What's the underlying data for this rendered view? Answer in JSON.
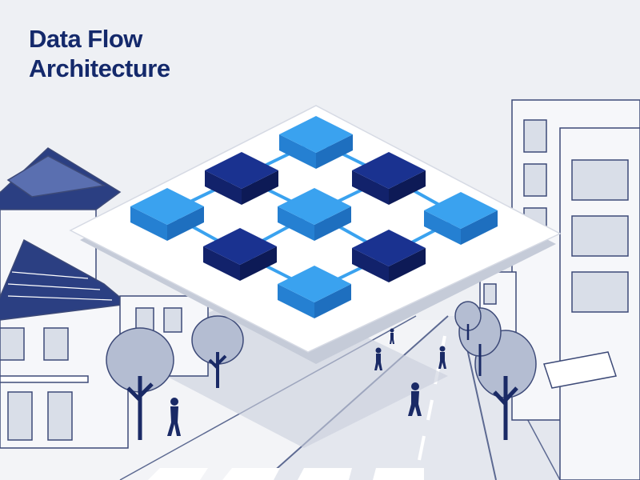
{
  "title": "Data Flow Architecture",
  "colors": {
    "title": "#14296b",
    "node_light": "#3aa2ef",
    "node_dark": "#1a3290",
    "connector": "#3aa2ef",
    "platform": "#ffffff",
    "street_line": "#5d6a92"
  },
  "diagram": {
    "layout": "isometric-grid",
    "nodes": [
      {
        "id": "n-top",
        "shade": "light"
      },
      {
        "id": "n-upper-left",
        "shade": "dark"
      },
      {
        "id": "n-upper-right",
        "shade": "dark"
      },
      {
        "id": "n-left",
        "shade": "light"
      },
      {
        "id": "n-center",
        "shade": "light"
      },
      {
        "id": "n-right",
        "shade": "light"
      },
      {
        "id": "n-lower-left",
        "shade": "dark"
      },
      {
        "id": "n-lower-right",
        "shade": "dark"
      },
      {
        "id": "n-bottom",
        "shade": "light"
      }
    ],
    "edges": [
      [
        "n-top",
        "n-upper-left"
      ],
      [
        "n-top",
        "n-upper-right"
      ],
      [
        "n-upper-left",
        "n-left"
      ],
      [
        "n-upper-left",
        "n-center"
      ],
      [
        "n-upper-right",
        "n-center"
      ],
      [
        "n-upper-right",
        "n-right"
      ],
      [
        "n-left",
        "n-lower-left"
      ],
      [
        "n-center",
        "n-lower-left"
      ],
      [
        "n-center",
        "n-lower-right"
      ],
      [
        "n-right",
        "n-lower-right"
      ],
      [
        "n-lower-left",
        "n-bottom"
      ],
      [
        "n-lower-right",
        "n-bottom"
      ]
    ]
  },
  "background": {
    "scene": "street-illustration",
    "left_buildings": "traditional-hanok-roofs",
    "right_buildings": "modern-office-blocks",
    "trees": 5,
    "pedestrians": 5
  }
}
